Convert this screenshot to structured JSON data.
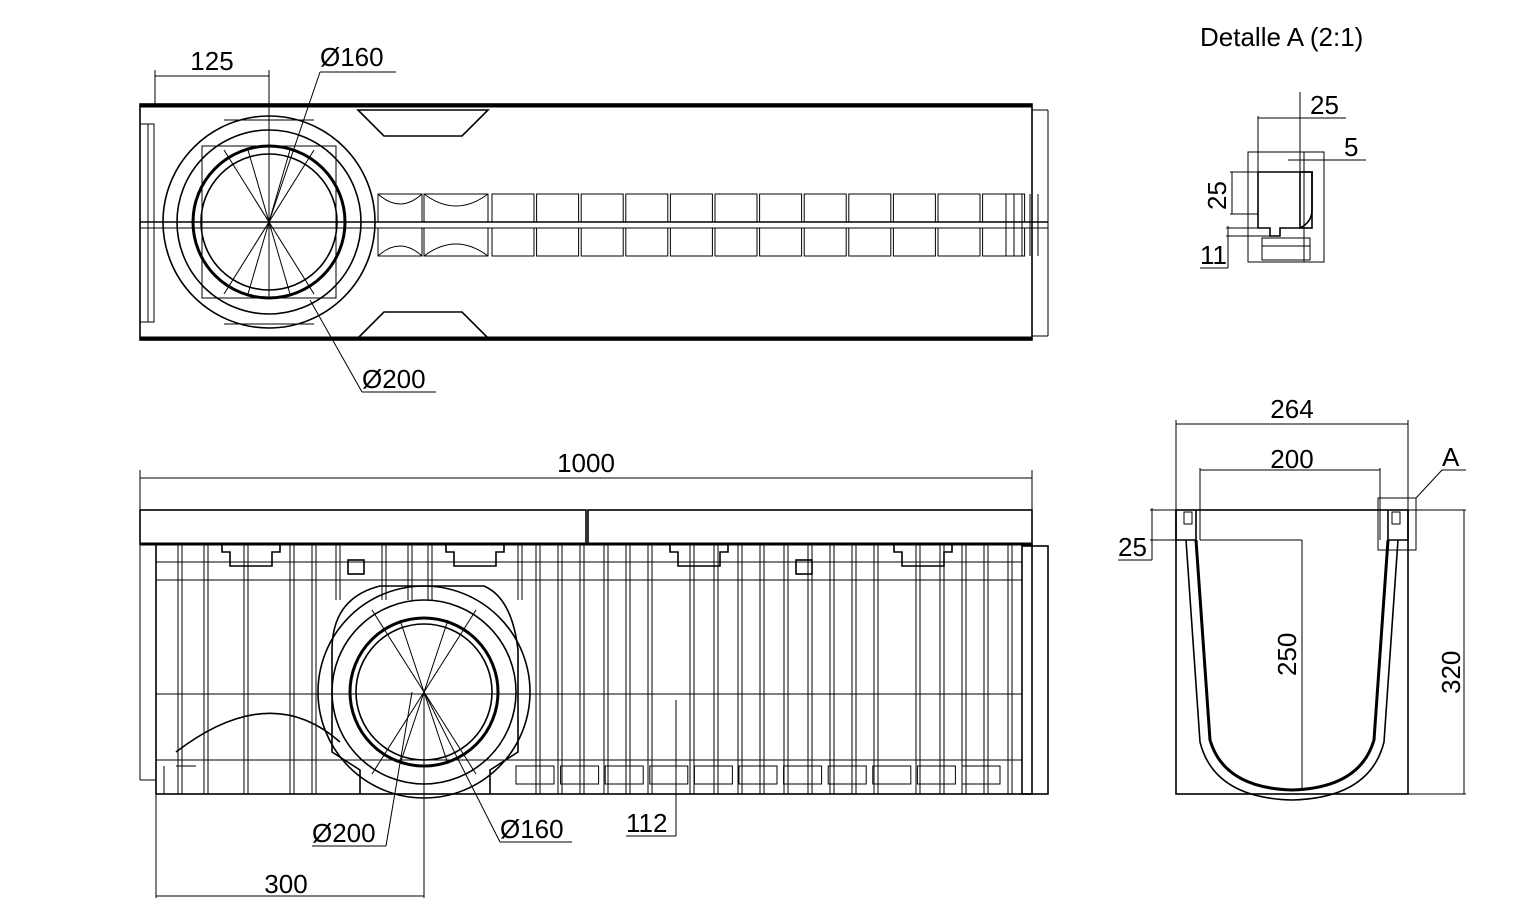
{
  "detail_title": "Detalle A (2:1)",
  "top_view": {
    "dim_125": "125",
    "dim_d160": "Ø160",
    "dim_d200": "Ø200"
  },
  "side_view": {
    "dim_1000": "1000",
    "dim_d200": "Ø200",
    "dim_d160": "Ø160",
    "dim_112": "112",
    "dim_300": "300"
  },
  "section_view": {
    "dim_264": "264",
    "dim_200": "200",
    "dim_25": "25",
    "dim_250": "250",
    "dim_320": "320",
    "detail_marker": "A"
  },
  "detail_view": {
    "dim_25_top": "25",
    "dim_5": "5",
    "dim_25_left": "25",
    "dim_11": "11"
  }
}
